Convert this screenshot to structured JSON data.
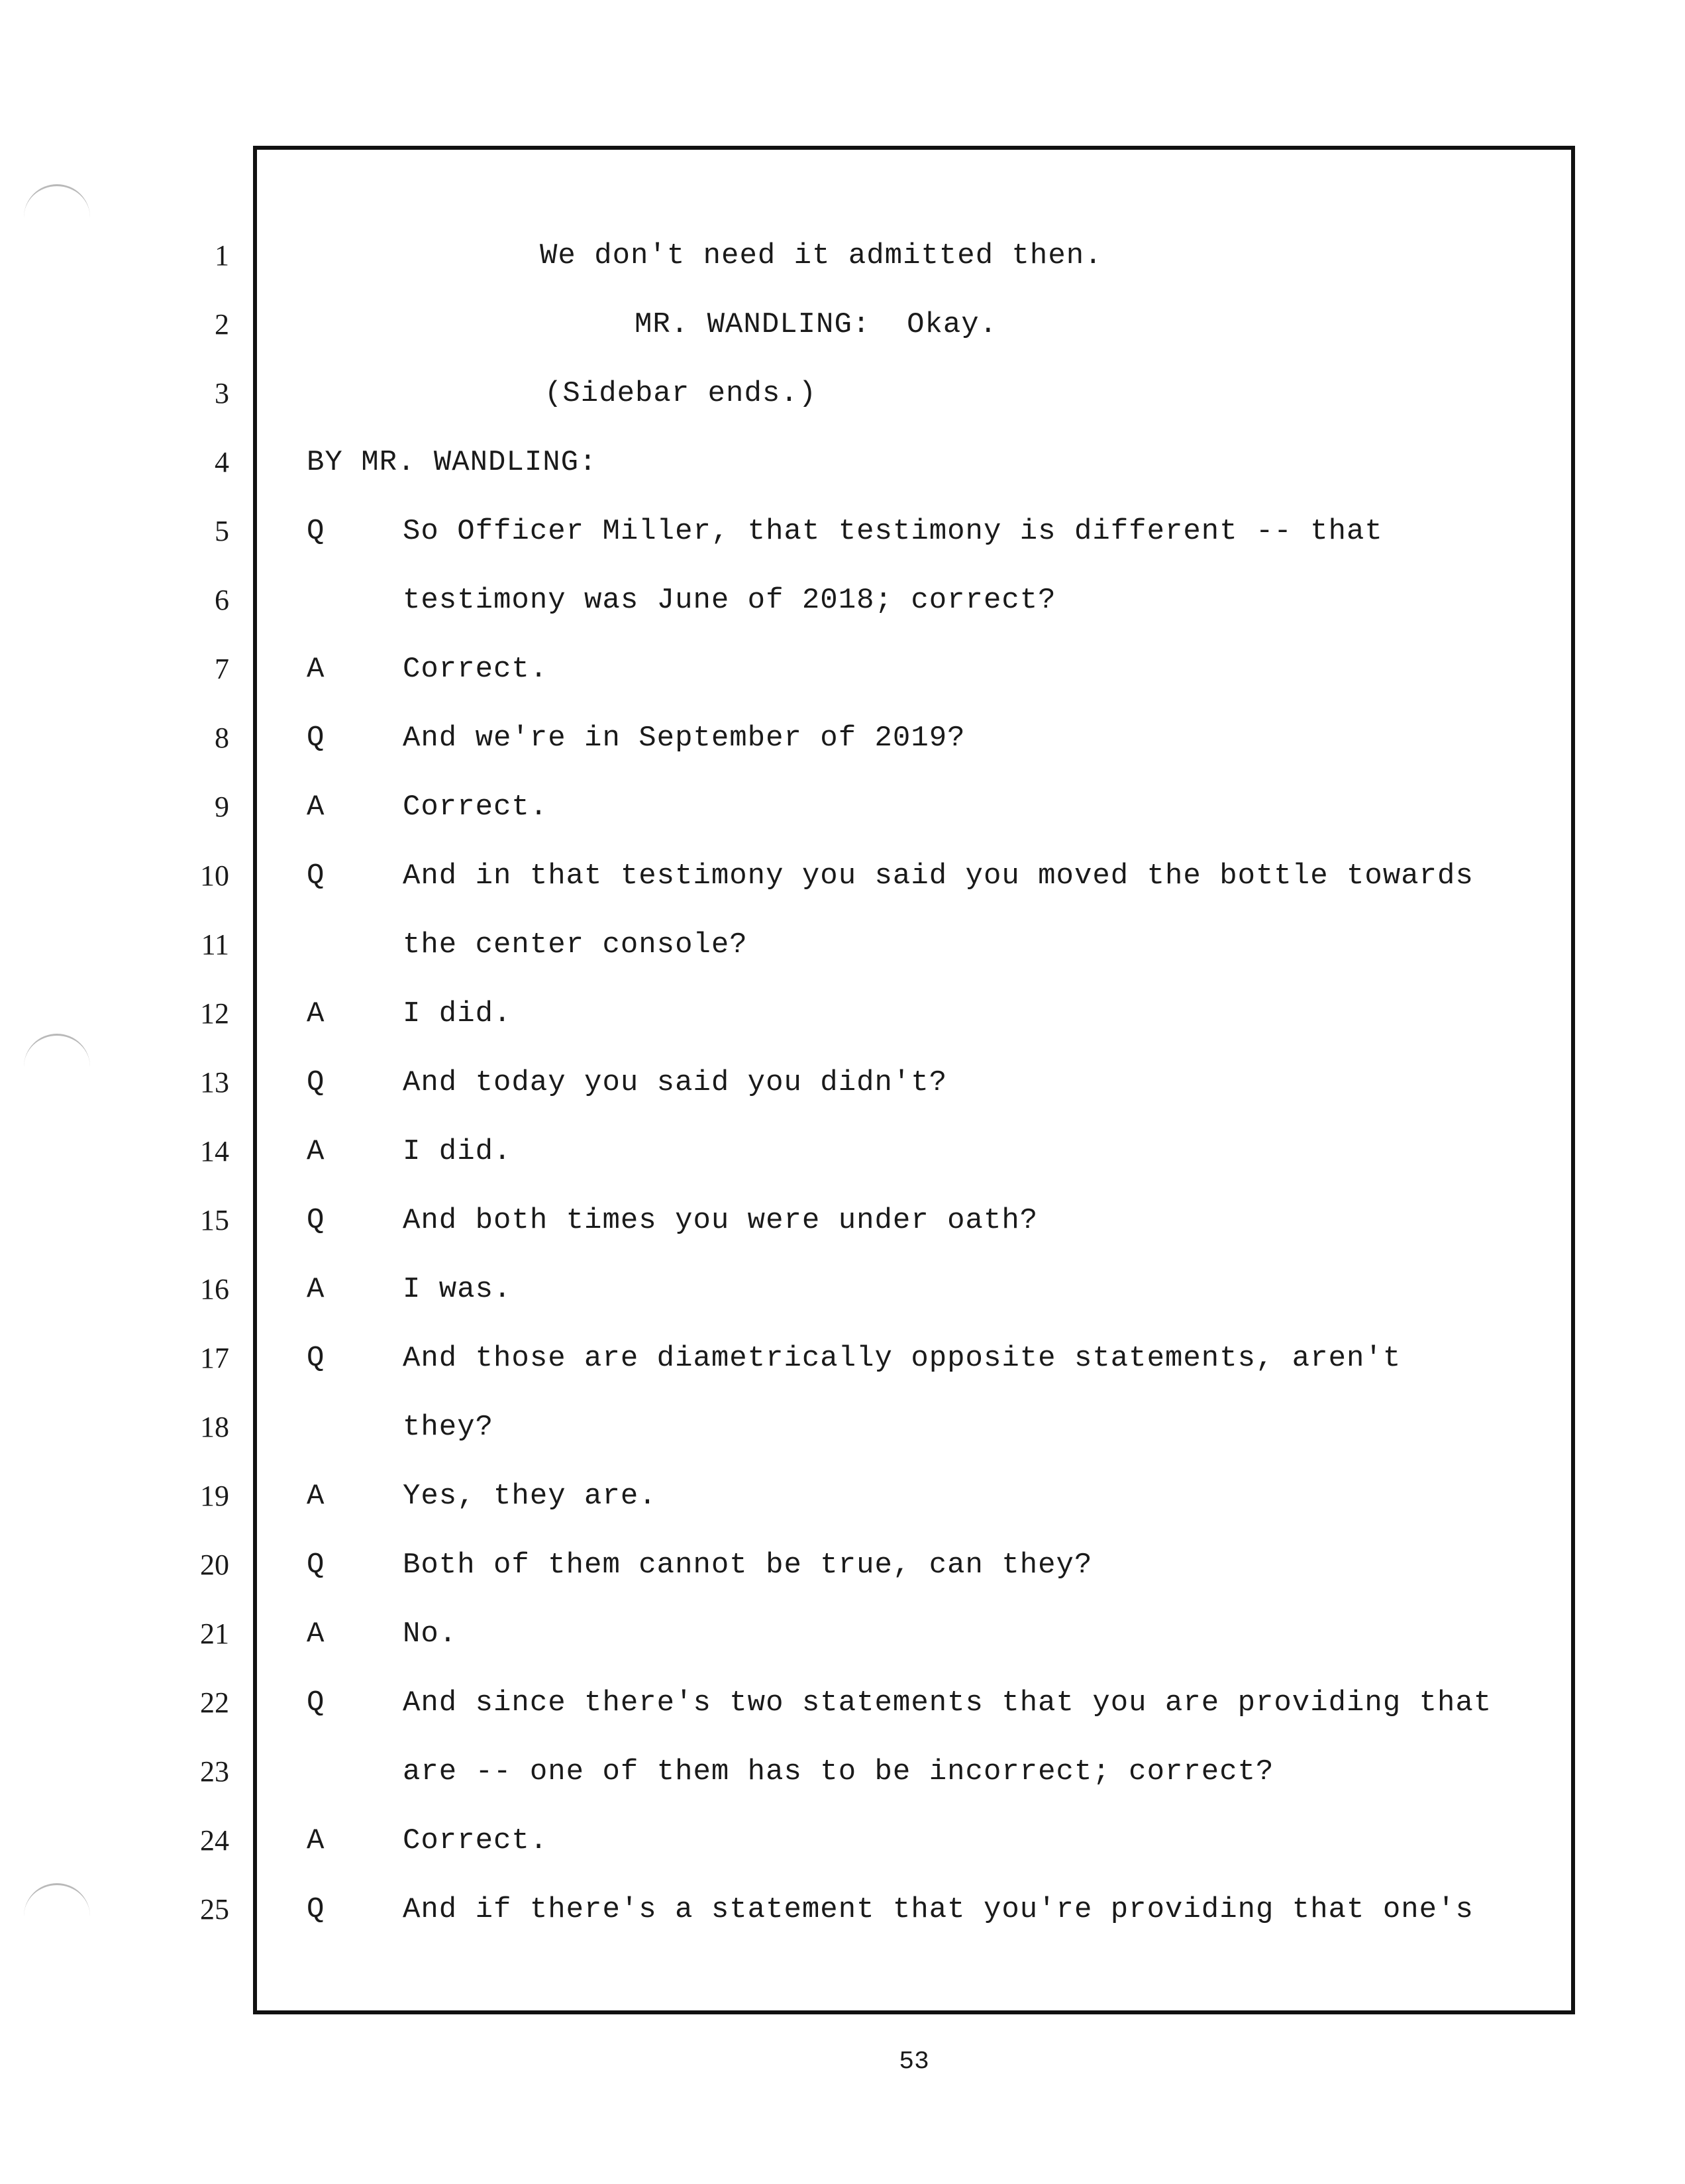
{
  "page_number": "53",
  "lines": [
    {
      "no": "1",
      "speaker": "",
      "text": "We don't need it admitted then."
    },
    {
      "no": "2",
      "speaker": "",
      "text": "MR. WANDLING:  Okay."
    },
    {
      "no": "3",
      "speaker": "",
      "text": "(Sidebar ends.)"
    },
    {
      "no": "4",
      "speaker": "",
      "text": "BY MR. WANDLING:"
    },
    {
      "no": "5",
      "speaker": "Q",
      "text": "So Officer Miller, that testimony is different -- that"
    },
    {
      "no": "6",
      "speaker": "",
      "text": "testimony was June of 2018; correct?"
    },
    {
      "no": "7",
      "speaker": "A",
      "text": "Correct."
    },
    {
      "no": "8",
      "speaker": "Q",
      "text": "And we're in September of 2019?"
    },
    {
      "no": "9",
      "speaker": "A",
      "text": "Correct."
    },
    {
      "no": "10",
      "speaker": "Q",
      "text": "And in that testimony you said you moved the bottle towards"
    },
    {
      "no": "11",
      "speaker": "",
      "text": "the center console?"
    },
    {
      "no": "12",
      "speaker": "A",
      "text": "I did."
    },
    {
      "no": "13",
      "speaker": "Q",
      "text": "And today you said you didn't?"
    },
    {
      "no": "14",
      "speaker": "A",
      "text": "I did."
    },
    {
      "no": "15",
      "speaker": "Q",
      "text": "And both times you were under oath?"
    },
    {
      "no": "16",
      "speaker": "A",
      "text": "I was."
    },
    {
      "no": "17",
      "speaker": "Q",
      "text": "And those are diametrically opposite statements, aren't"
    },
    {
      "no": "18",
      "speaker": "",
      "text": "they?"
    },
    {
      "no": "19",
      "speaker": "A",
      "text": "Yes, they are."
    },
    {
      "no": "20",
      "speaker": "Q",
      "text": "Both of them cannot be true, can they?"
    },
    {
      "no": "21",
      "speaker": "A",
      "text": "No."
    },
    {
      "no": "22",
      "speaker": "Q",
      "text": "And since there's two statements that you are providing that"
    },
    {
      "no": "23",
      "speaker": "",
      "text": "are -- one of them has to be incorrect; correct?"
    },
    {
      "no": "24",
      "speaker": "A",
      "text": "Correct."
    },
    {
      "no": "25",
      "speaker": "Q",
      "text": "And if there's a statement that you're providing that one's"
    }
  ]
}
